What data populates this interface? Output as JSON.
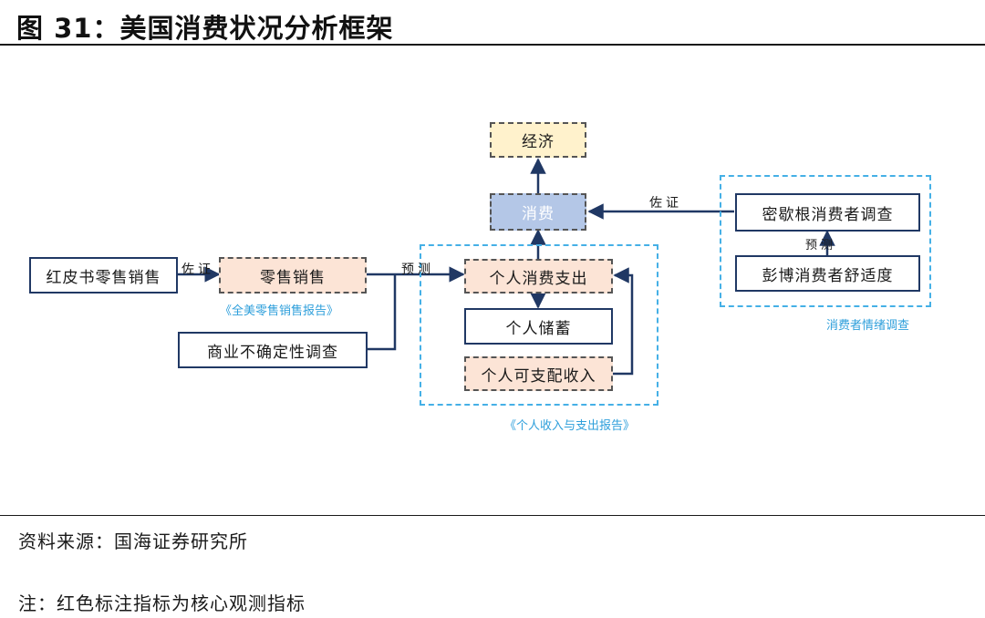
{
  "header": {
    "title": "图 31：美国消费状况分析框架"
  },
  "nodes": {
    "economy": "经济",
    "consumption": "消费",
    "michigan": "密歇根消费者调查",
    "bloomberg": "彭博消费者舒适度",
    "redbook": "红皮书零售销售",
    "retail": "零售销售",
    "business_uncertainty": "商业不确定性调查",
    "personal_spending": "个人消费支出",
    "personal_saving": "个人储蓄",
    "disposable_income": "个人可支配收入"
  },
  "edge_labels": {
    "verify_top": "佐证",
    "verify_left": "佐证",
    "forecast_right": "预测",
    "forecast_mid": "预测"
  },
  "notes": {
    "retail_report": "《全美零售销售报告》",
    "personal_report": "《个人收入与支出报告》",
    "sentiment_survey": "消费者情绪调查"
  },
  "footer": {
    "source": "资料来源：国海证券研究所",
    "note": "注：红色标注指标为核心观测指标"
  },
  "colors": {
    "navy": "#203864",
    "orange_fill": "#fce4d6",
    "yellow_fill": "#fff2cc",
    "blue_fill": "#b4c7e7",
    "group_border": "#45b0e6"
  }
}
